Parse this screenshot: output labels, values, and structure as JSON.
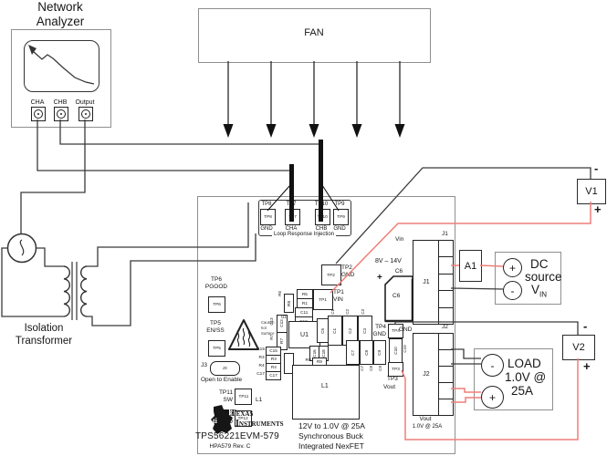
{
  "colors": {
    "wire_red": "#ef7f78",
    "wire_black": "#3a3a3a",
    "outline_gray": "#8f8f8f"
  },
  "network_analyzer": {
    "title1": "Network",
    "title2": "Analyzer",
    "port1": "CHA",
    "port2": "CHB",
    "port3": "Output"
  },
  "fan": {
    "label": "FAN"
  },
  "transformer": {
    "label1": "Isolation",
    "label2": "Transformer"
  },
  "loop_injection": {
    "label": "Loop Response Injection",
    "col1": {
      "top": "TP8",
      "pad": "TP8",
      "bottom": "GND"
    },
    "col2": {
      "top": "TP7",
      "pad": "TP7",
      "bottom": "CHA"
    },
    "col3": {
      "top": "TP10",
      "pad": "TP10",
      "bottom": "CHB"
    },
    "col4": {
      "top": "TP9",
      "pad": "TP9",
      "bottom": "GND"
    }
  },
  "board": {
    "tp1": {
      "id": "TP1",
      "net": "VIN"
    },
    "tp2": {
      "id": "TP2",
      "net": "GND"
    },
    "tp3": {
      "id": "TP3",
      "net": "Vout"
    },
    "tp4": {
      "id": "TP4",
      "net": "GND"
    },
    "tp5": {
      "id": "TP5",
      "net": "EN/SS"
    },
    "tp6": {
      "id": "TP6",
      "net": "PGOOD"
    },
    "tp11": {
      "id": "TP11",
      "net": "SW"
    },
    "tp12": {
      "id": "TP12",
      "net": "GND"
    },
    "j3": {
      "id": "J3",
      "note": "Open to Enable"
    },
    "caution": {
      "l1": "Caution",
      "l2": "hot",
      "l3": "Surface"
    },
    "j1": {
      "id": "J1",
      "vin": "Vin",
      "range": "8V – 14V"
    },
    "j2": {
      "id": "J2",
      "gnd": "GND",
      "vout": "Vout",
      "rating": "1.0V @ 25A"
    },
    "cmp": {
      "u1": "U1",
      "l1": "L1",
      "r1": "R1",
      "r3": "R3",
      "r4": "R4",
      "r5": "R5",
      "r6": "R6",
      "r7": "R7",
      "r8": "R8",
      "r9": "R9",
      "c1": "C1",
      "c2": "C2",
      "c3": "C3",
      "c5": "C5",
      "c6": "C6",
      "c6_plus": "+",
      "c7": "C7",
      "c8": "C8",
      "c9": "C9",
      "c10": "C10",
      "c11": "C11",
      "c12": "C12",
      "c13": "C13",
      "c15": "C15",
      "c16": "C16",
      "c17": "C17",
      "c18": "C18"
    },
    "branding": {
      "ti1": "Texas",
      "ti2": "Instruments",
      "part": "TPS56221EVM-579",
      "rev": "HPA579 Rev. C",
      "d1": "12V to 1.0V @ 25A",
      "d2": "Synchronous Buck",
      "d3": "Integrated NexFET"
    }
  },
  "instruments": {
    "v1": {
      "label": "V1",
      "minus": "-",
      "plus": "+"
    },
    "v2": {
      "label": "V2",
      "minus": "-",
      "plus": "+"
    },
    "a1": {
      "label": "A1"
    },
    "dc": {
      "plus": "+",
      "minus": "-",
      "l1": "DC",
      "l2": "source",
      "v": "V",
      "vsub": "IN"
    },
    "load": {
      "minus": "-",
      "plus": "+",
      "l1": "LOAD",
      "l2": "1.0V @",
      "l3": "25A"
    }
  }
}
